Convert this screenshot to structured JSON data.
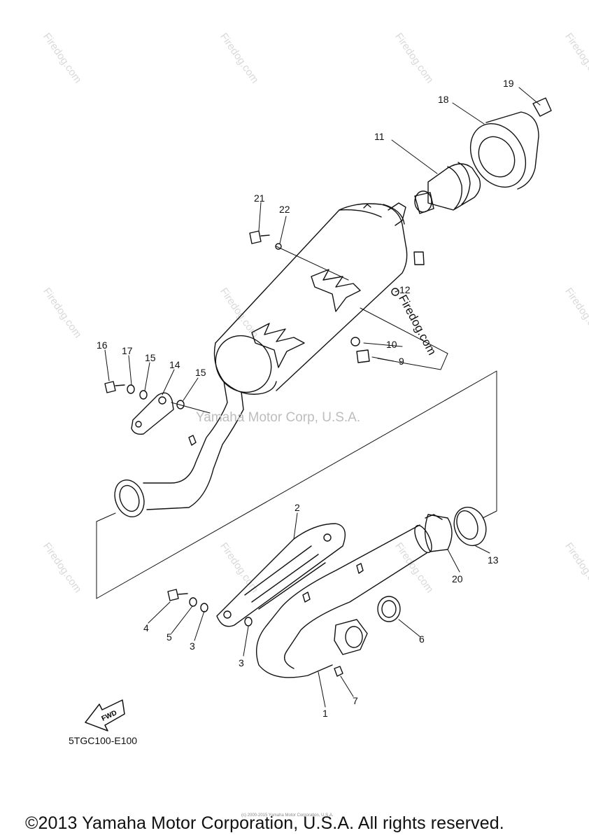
{
  "callouts": {
    "p1": "1",
    "p2": "2",
    "p3a": "3",
    "p3b": "3",
    "p4": "4",
    "p5": "5",
    "p6": "6",
    "p7": "7",
    "p9": "9",
    "p10": "10",
    "p11": "11",
    "p12": "12",
    "p13": "13",
    "p14": "14",
    "p15a": "15",
    "p15b": "15",
    "p16": "16",
    "p17": "17",
    "p18": "18",
    "p19": "19",
    "p20": "20",
    "p21": "21",
    "p22": "22"
  },
  "drawing_code": "5TGC100-E100",
  "fwd_label": "FWD",
  "watermark_center": "Yamaha Motor Corp, U.S.A.",
  "watermark_site": "Firedog.com",
  "copyright": "©2013 Yamaha Motor Corporation, U.S.A. All rights reserved.",
  "tiny_note": "(c) 2000-2015 Yamaha Motor Corporation, U.S.A."
}
